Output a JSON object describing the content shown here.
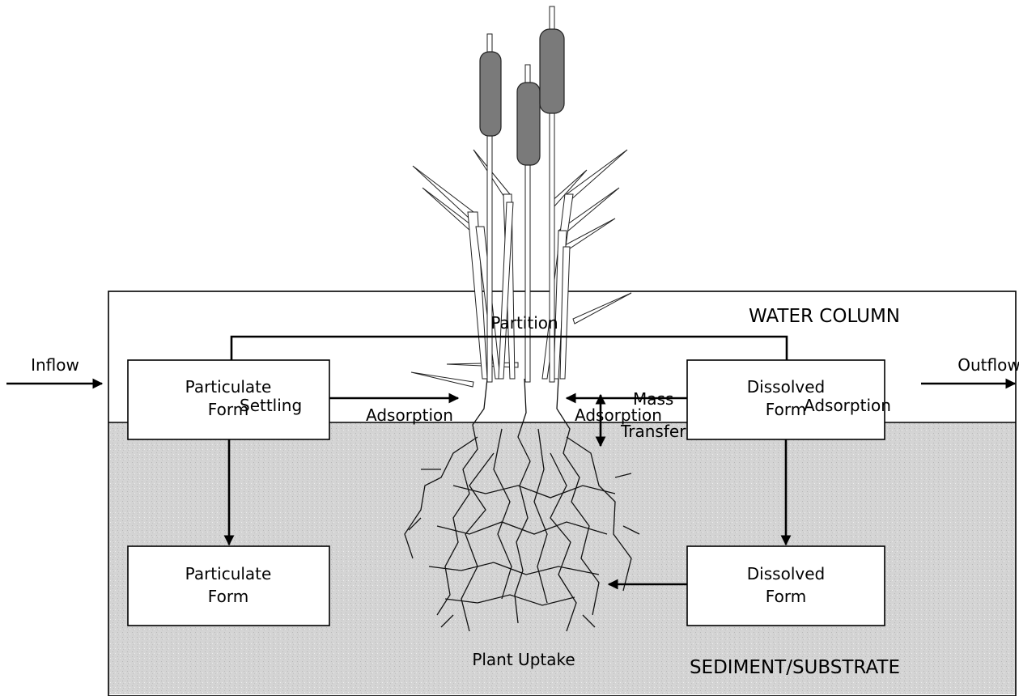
{
  "zones": {
    "water": "WATER COLUMN",
    "sediment": "SEDIMENT/SUBSTRATE"
  },
  "boxes": {
    "particulate_water": [
      "Particulate",
      "Form"
    ],
    "dissolved_water": [
      "Dissolved",
      "Form"
    ],
    "particulate_sediment": [
      "Particulate",
      "Form"
    ],
    "dissolved_sediment": [
      "Dissolved",
      "Form"
    ]
  },
  "labels": {
    "inflow": "Inflow",
    "outflow": "Outflow",
    "partition": "Partition",
    "adsorption_left": "Adsorption",
    "adsorption_right": "Adsorption",
    "adsorption_down": "Adsorption",
    "settling": "Settling",
    "mass": "Mass",
    "transfer": "Transfer",
    "plant_uptake": "Plant Uptake"
  },
  "colors": {
    "sediment_fill": "#d4d4d4",
    "cattail_head": "#7a7a7a"
  }
}
